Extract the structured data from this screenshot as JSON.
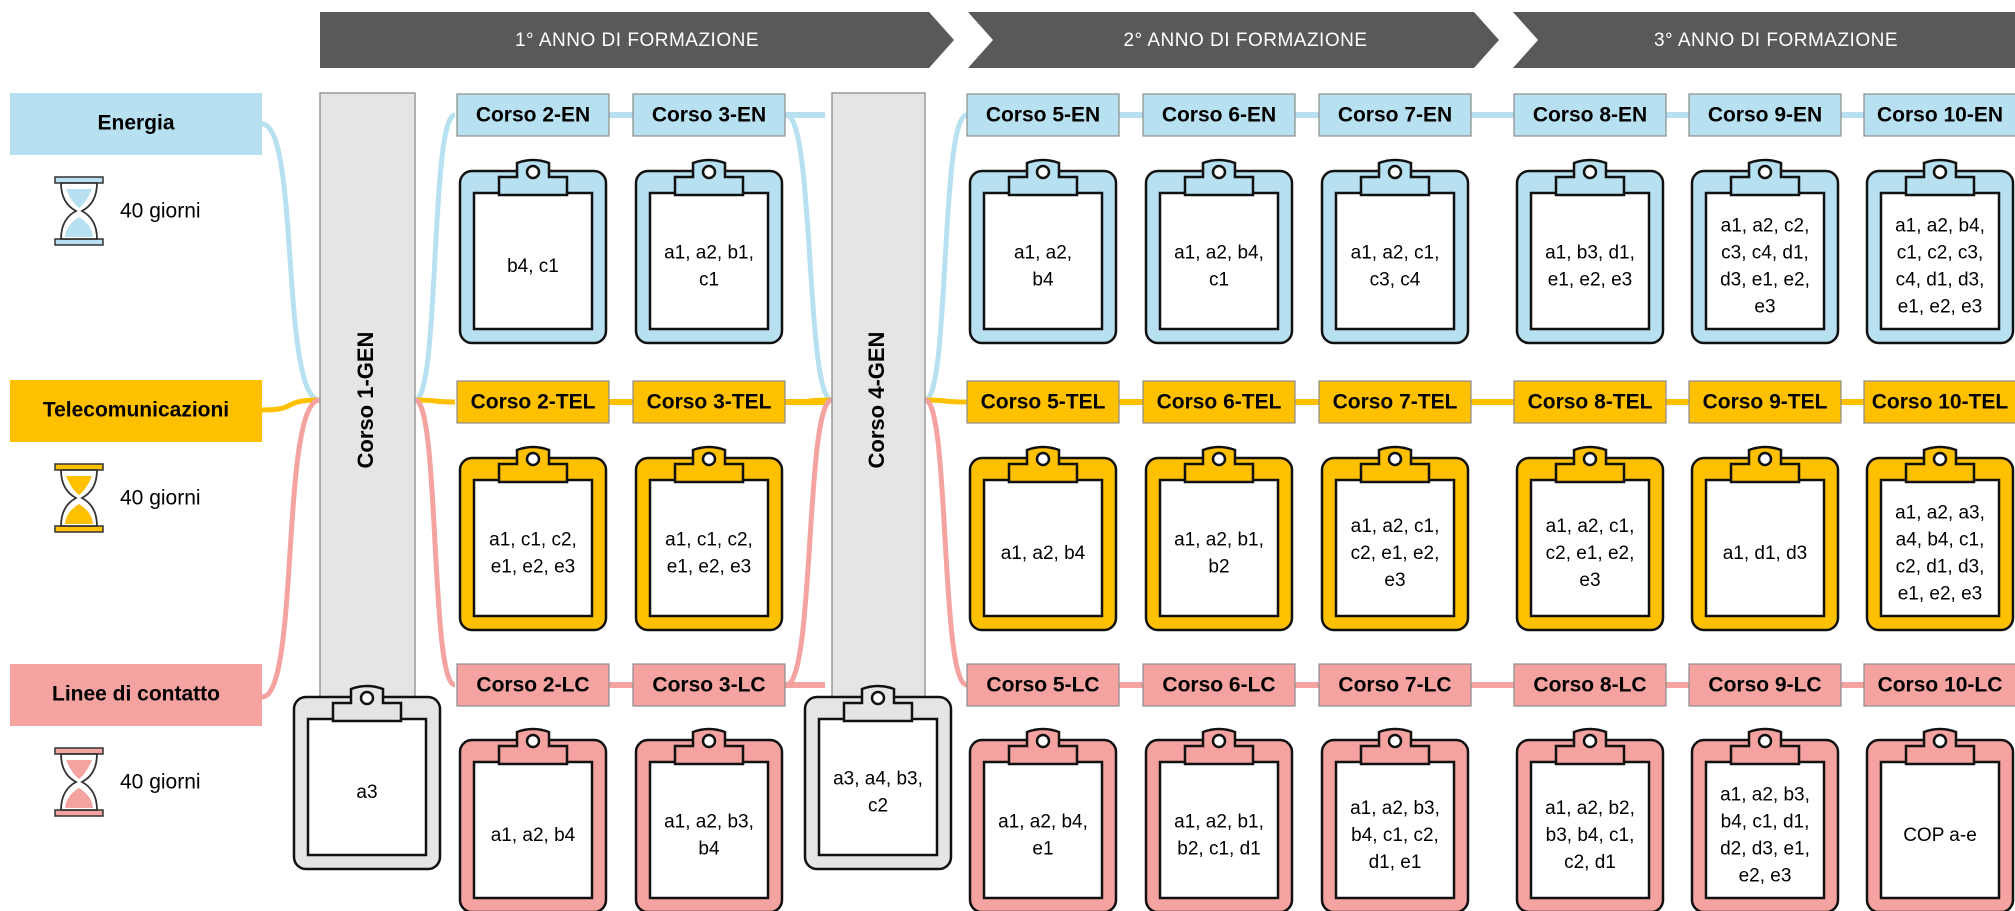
{
  "colors": {
    "energia": "#b7e1f0",
    "telecomunicazioni": "#ffc000",
    "linee": "#f4a3a0",
    "gen": "#e5e5e5",
    "header": "#595959"
  },
  "years": [
    {
      "label": "1° ANNO DI FORMAZIONE"
    },
    {
      "label": "2° ANNO DI FORMAZIONE"
    },
    {
      "label": "3° ANNO DI FORMAZIONE"
    }
  ],
  "tracks": [
    {
      "id": "energia",
      "label": "Energia",
      "duration": "40 giorni"
    },
    {
      "id": "telecomunicazioni",
      "label": "Telecomunicazioni",
      "duration": "40 giorni"
    },
    {
      "id": "linee",
      "label": "Linee di contatto",
      "duration": "40 giorni"
    }
  ],
  "gen_courses": [
    {
      "label": "Corso 1-GEN",
      "content": "a3"
    },
    {
      "label": "Corso 4-GEN",
      "content": "a3, a4, b3,\nc2"
    }
  ],
  "courses": [
    [
      {
        "label": "Corso 2-EN",
        "content": "b4, c1"
      },
      {
        "label": "Corso 3-EN",
        "content": "a1, a2, b1,\nc1"
      },
      {
        "label": "Corso 5-EN",
        "content": "a1, a2,\nb4"
      },
      {
        "label": "Corso 6-EN",
        "content": "a1, a2, b4,\nc1"
      },
      {
        "label": "Corso 7-EN",
        "content": "a1, a2, c1,\nc3, c4"
      },
      {
        "label": "Corso 8-EN",
        "content": "a1, b3, d1,\ne1, e2, e3"
      },
      {
        "label": "Corso 9-EN",
        "content": "a1, a2, c2,\nc3, c4, d1,\nd3, e1, e2,\ne3"
      },
      {
        "label": "Corso 10-EN",
        "content": "a1, a2, b4,\nc1, c2, c3,\nc4, d1, d3,\ne1, e2, e3"
      }
    ],
    [
      {
        "label": "Corso 2-TEL",
        "content": "a1, c1, c2,\ne1, e2, e3"
      },
      {
        "label": "Corso 3-TEL",
        "content": "a1, c1, c2,\ne1, e2, e3"
      },
      {
        "label": "Corso 5-TEL",
        "content": "a1, a2, b4"
      },
      {
        "label": "Corso 6-TEL",
        "content": "a1, a2, b1,\nb2"
      },
      {
        "label": "Corso 7-TEL",
        "content": "a1, a2, c1,\nc2, e1, e2,\ne3"
      },
      {
        "label": "Corso 8-TEL",
        "content": "a1, a2, c1,\nc2, e1, e2,\ne3"
      },
      {
        "label": "Corso 9-TEL",
        "content": "a1, d1, d3"
      },
      {
        "label": "Corso 10-TEL",
        "content": "a1, a2, a3,\na4, b4, c1,\nc2, d1, d3,\ne1, e2, e3"
      }
    ],
    [
      {
        "label": "Corso 2-LC",
        "content": "a1, a2, b4"
      },
      {
        "label": "Corso 3-LC",
        "content": "a1, a2, b3,\nb4"
      },
      {
        "label": "Corso 5-LC",
        "content": "a1, a2, b4,\ne1"
      },
      {
        "label": "Corso 6-LC",
        "content": "a1, a2, b1,\nb2, c1, d1"
      },
      {
        "label": "Corso 7-LC",
        "content": "a1, a2, b3,\nb4, c1, c2,\nd1, e1"
      },
      {
        "label": "Corso 8-LC",
        "content": "a1, a2, b2,\nb3, b4, c1,\nc2, d1"
      },
      {
        "label": "Corso 9-LC",
        "content": "a1, a2, b3,\nb4, c1, d1,\nd2, d3, e1,\ne2, e3"
      },
      {
        "label": "Corso 10-LC",
        "content": "COP a-e"
      }
    ]
  ]
}
